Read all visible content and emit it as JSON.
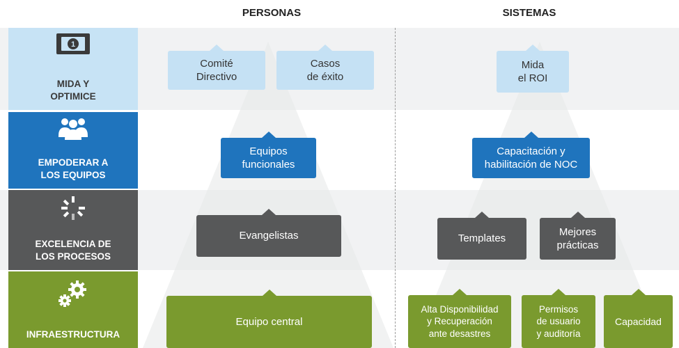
{
  "headers": {
    "personas": "PERSONAS",
    "sistemas": "SISTEMAS"
  },
  "rows": [
    {
      "label": "MIDA Y\nOPTIMICE",
      "icon": "money-bill-icon",
      "color": "#c7e3f5"
    },
    {
      "label": "EMPODERAR A\nLOS EQUIPOS",
      "icon": "people-group-icon",
      "color": "#1f74bd"
    },
    {
      "label": "EXCELENCIA DE\nLOS PROCESOS",
      "icon": "loading-spinner-icon",
      "color": "#575859"
    },
    {
      "label": "INFRAESTRUCTURA",
      "icon": "gears-icon",
      "color": "#7a9a2e"
    }
  ],
  "boxes": {
    "comite": "Comité\nDirectivo",
    "casos": "Casos\nde éxito",
    "mida_roi": "Mida\nel ROI",
    "equipos_funcionales": "Equipos\nfuncionales",
    "capacitacion": "Capacitación y\nhabilitación de NOC",
    "evangelistas": "Evangelistas",
    "templates": "Templates",
    "mejores": "Mejores\nprácticas",
    "equipo_central": "Equipo central",
    "alta": "Alta Disponibilidad\ny Recuperación\nante desastres",
    "permisos": "Permisos\nde usuario\ny auditoría",
    "capacidad": "Capacidad"
  }
}
